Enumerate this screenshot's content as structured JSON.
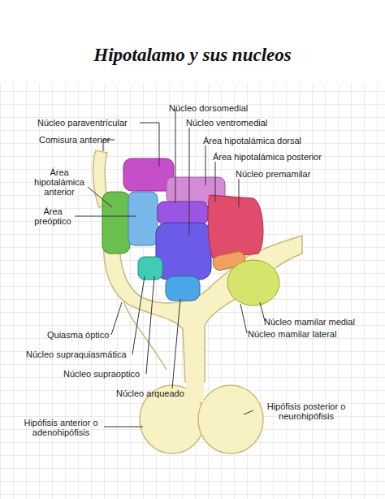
{
  "diagram": {
    "title": "Hipotalamo y sus nucleos",
    "labels": [
      "Núcleo dorsomedial",
      "Núcleo paraventrícular",
      "Núcleo ventromedial",
      "Comisura anterior",
      "Área hipotalámica dorsal",
      "Área hipotalámica posterior",
      "Núcleo premamilar",
      "Área hipotalámica anterior",
      "Área preóptico",
      "Núcleo mamilar medial",
      "Núcleo mamilar lateral",
      "Quiasma óptico",
      "Núcleo supraquiasmática",
      "Núcleo supraoptico",
      "Núcleo arqueado",
      "Hipófisis posterior o neurohipófisis",
      "Hipófisis anterior o adenohipófisis"
    ]
  }
}
